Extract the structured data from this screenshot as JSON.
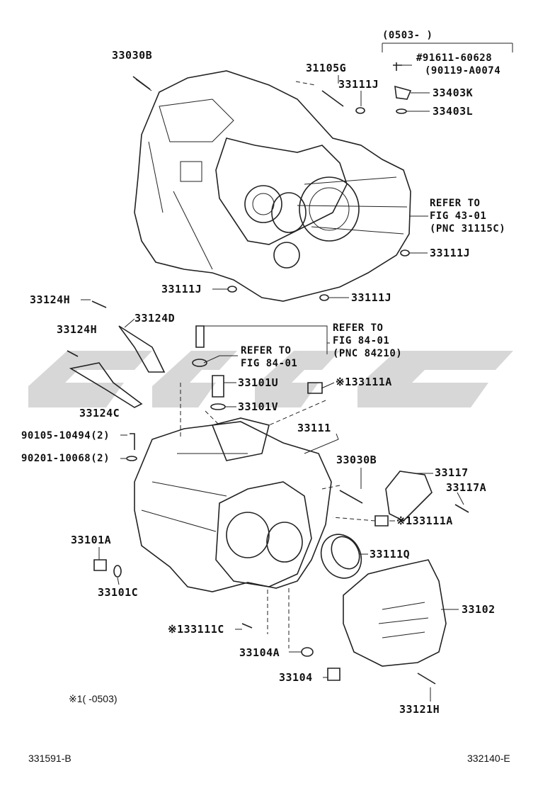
{
  "labels": {
    "p33030B_top": "33030B",
    "p31105G": "31105G",
    "p33111J_a": "33111J",
    "p33403K": "33403K",
    "p33403L": "33403L",
    "date_range_top": "(0503-    )",
    "p91611": "#91611-60628",
    "p90119": "(90119-A0074",
    "refer_43": "REFER TO",
    "fig_43": "FIG 43-01",
    "pnc_31115C": "(PNC 31115C)",
    "p33111J_b": "33111J",
    "p33111J_c": "33111J",
    "p33111J_d": "33111J",
    "p33124H_a": "33124H",
    "p33124D": "33124D",
    "p33124H_b": "33124H",
    "p33124C": "33124C",
    "refer_84a": "REFER TO",
    "fig_84a": "FIG 84-01",
    "refer_84b": "REFER TO",
    "fig_84b": "FIG 84-01",
    "pnc_84210": "(PNC 84210)",
    "p33101U": "33101U",
    "p33101V": "33101V",
    "p133111A_a": "※133111A",
    "p33111": "33111",
    "p90105": "90105-10494(2)",
    "p90201": "90201-10068(2)",
    "p33030B_mid": "33030B",
    "p33117": "33117",
    "p33117A": "33117A",
    "p133111A_b": "※133111A",
    "p33101A": "33101A",
    "p33111Q": "33111Q",
    "p33101C": "33101C",
    "p33102": "33102",
    "p133111C": "※133111C",
    "p33104A": "33104A",
    "p33104": "33104",
    "p33121H": "33121H",
    "footnote": "※1(      -0503)",
    "code_left": "331591-B",
    "code_right": "332140-E"
  },
  "colors": {
    "ink": "#222222",
    "watermark": "#c9c9c9"
  }
}
